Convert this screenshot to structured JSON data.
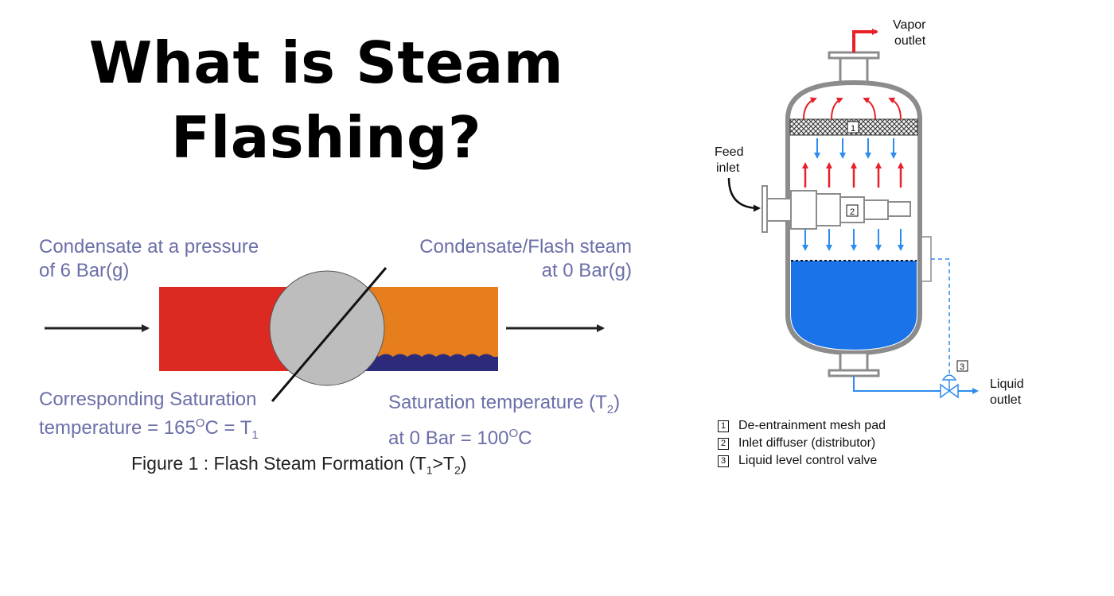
{
  "title": {
    "line1": "What is Steam",
    "line2": "Flashing?"
  },
  "left_figure": {
    "top_left_label": {
      "line1": "Condensate at a pressure",
      "line2": "of 6 Bar(g)"
    },
    "top_right_label": {
      "line1": "Condensate/Flash steam",
      "line2": "at 0 Bar(g)"
    },
    "bottom_left_label": {
      "line1": "Corresponding Saturation",
      "line2_prefix": "temperature = 165",
      "line2_sup": "O",
      "line2_mid": "C = T",
      "line2_sub": "1"
    },
    "bottom_right_label": {
      "line1_prefix": "Saturation temperature (T",
      "line1_sub": "2",
      "line1_suffix": ")",
      "line2_prefix": "at 0 Bar = 100",
      "line2_sup": "O",
      "line2_suffix": "C"
    },
    "caption": {
      "prefix": "Figure 1 : Flash Steam Formation (T",
      "sub1": "1",
      "mid": ">T",
      "sub2": "2",
      "suffix": ")"
    },
    "colors": {
      "hot": "#dc2a22",
      "cool": "#e67e1e",
      "valve": "#bdbdbd",
      "liquid": "#2c2a7a",
      "text": "#6b6fa8"
    }
  },
  "right_figure": {
    "vapor_outlet": {
      "line1": "Vapor",
      "line2": "outlet"
    },
    "feed_inlet": {
      "line1": "Feed",
      "line2": "inlet"
    },
    "liquid_outlet": {
      "line1": "Liquid",
      "line2": "outlet"
    },
    "markers": [
      "1",
      "2",
      "3"
    ],
    "legend": [
      {
        "num": "1",
        "text": "De-entrainment mesh pad"
      },
      {
        "num": "2",
        "text": "Inlet diffuser (distributor)"
      },
      {
        "num": "3",
        "text": "Liquid level control valve"
      }
    ],
    "colors": {
      "vessel": "#8c8c8c",
      "water": "#1a73e8",
      "vapor_arrow": "#e8202a",
      "liquid_arrow": "#2d8cf0"
    }
  }
}
